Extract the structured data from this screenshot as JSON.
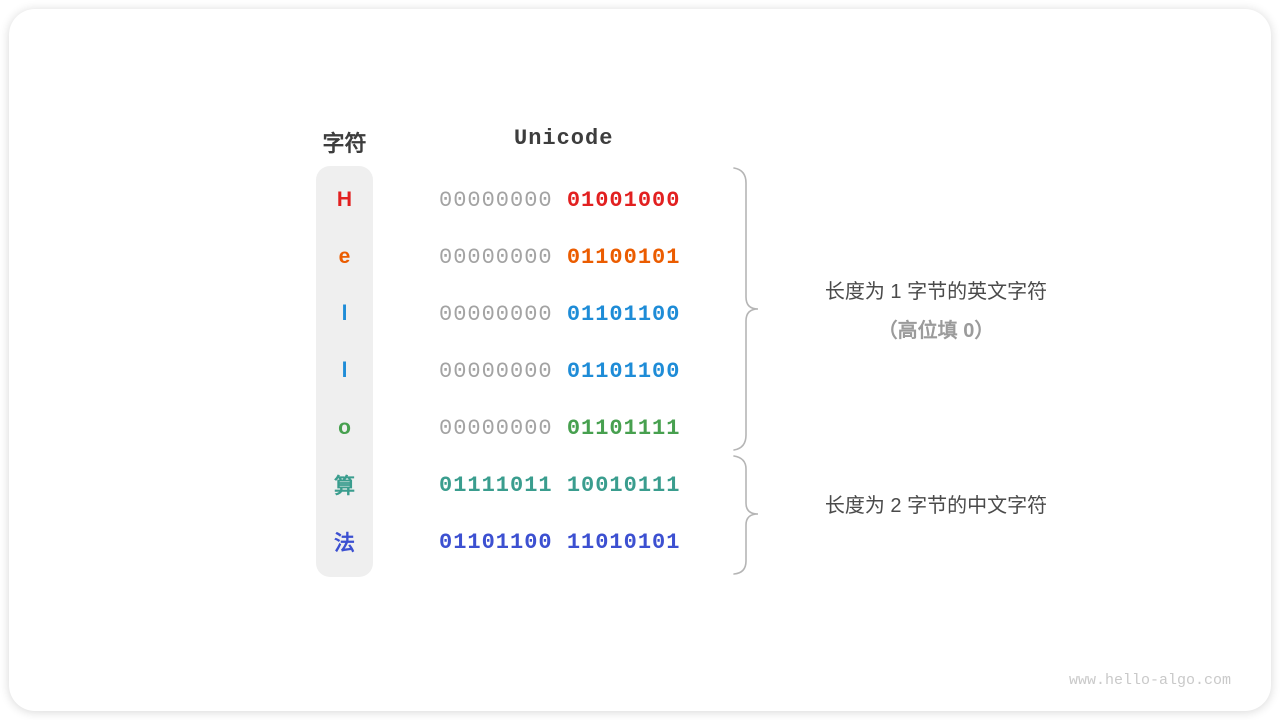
{
  "table": {
    "headers": {
      "char": "字符",
      "unicode": "Unicode"
    },
    "rows": [
      {
        "char": "H",
        "color": "#e22020",
        "byte1": "00000000",
        "byte1_colored": false,
        "byte2": "01001000"
      },
      {
        "char": "e",
        "color": "#eb5c00",
        "byte1": "00000000",
        "byte1_colored": false,
        "byte2": "01100101"
      },
      {
        "char": "l",
        "color": "#1e8cd7",
        "byte1": "00000000",
        "byte1_colored": false,
        "byte2": "01101100"
      },
      {
        "char": "l",
        "color": "#1e8cd7",
        "byte1": "00000000",
        "byte1_colored": false,
        "byte2": "01101100"
      },
      {
        "char": "o",
        "color": "#47a04f",
        "byte1": "00000000",
        "byte1_colored": false,
        "byte2": "01101111"
      },
      {
        "char": "算",
        "color": "#3a9d8e",
        "byte1": "01111011",
        "byte1_colored": true,
        "byte2": "10010111"
      },
      {
        "char": "法",
        "color": "#3c50d1",
        "byte1": "01101100",
        "byte1_colored": true,
        "byte2": "11010101"
      }
    ],
    "muted_byte_color": "#a3a3a3"
  },
  "annotations": [
    {
      "line1": "长度为 1 字节的英文字符",
      "line2": "（高位填 0）"
    },
    {
      "line1": "长度为 2 字节的中文字符",
      "line2": ""
    }
  ],
  "watermark": "www.hello-algo.com",
  "colors": {
    "header_text": "#3d3d3d",
    "annotation_primary": "#4a4a4a",
    "annotation_secondary": "#9b9b9b",
    "brace": "#b5b5b5",
    "char_column_bg": "#efefef",
    "watermark": "#c9c9c9"
  }
}
